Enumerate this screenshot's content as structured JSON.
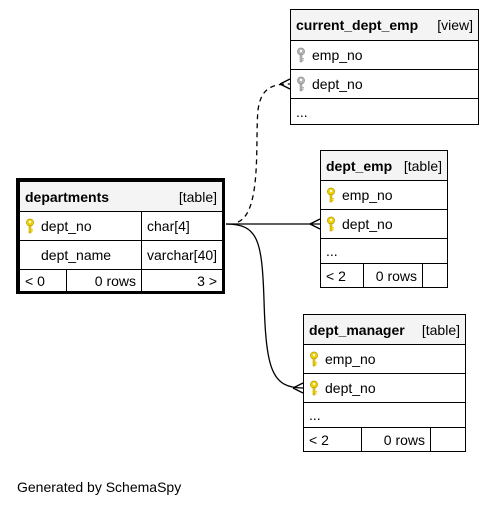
{
  "footer": "Generated by SchemaSpy",
  "colors": {
    "pk_key": "#f0d000",
    "fk_key": "#b4b4b4"
  },
  "tables": {
    "departments": {
      "name": "departments",
      "type": "[table]",
      "columns": [
        {
          "name": "dept_no",
          "datatype": "char[4]",
          "key": "pk"
        },
        {
          "name": "dept_name",
          "datatype": "varchar[40]",
          "key": ""
        }
      ],
      "footer": {
        "parents": "< 0",
        "rows": "0 rows",
        "children": "3 >"
      }
    },
    "current_dept_emp": {
      "name": "current_dept_emp",
      "type": "[view]",
      "columns": [
        {
          "name": "emp_no",
          "key": "fk"
        },
        {
          "name": "dept_no",
          "key": "fk"
        }
      ],
      "more": "..."
    },
    "dept_emp": {
      "name": "dept_emp",
      "type": "[table]",
      "columns": [
        {
          "name": "emp_no",
          "key": "pk"
        },
        {
          "name": "dept_no",
          "key": "pk"
        }
      ],
      "more": "...",
      "footer": {
        "parents": "< 2",
        "rows": "0 rows",
        "children": ""
      }
    },
    "dept_manager": {
      "name": "dept_manager",
      "type": "[table]",
      "columns": [
        {
          "name": "emp_no",
          "key": "pk"
        },
        {
          "name": "dept_no",
          "key": "pk"
        }
      ],
      "more": "...",
      "footer": {
        "parents": "< 2",
        "rows": "0 rows",
        "children": ""
      }
    }
  }
}
